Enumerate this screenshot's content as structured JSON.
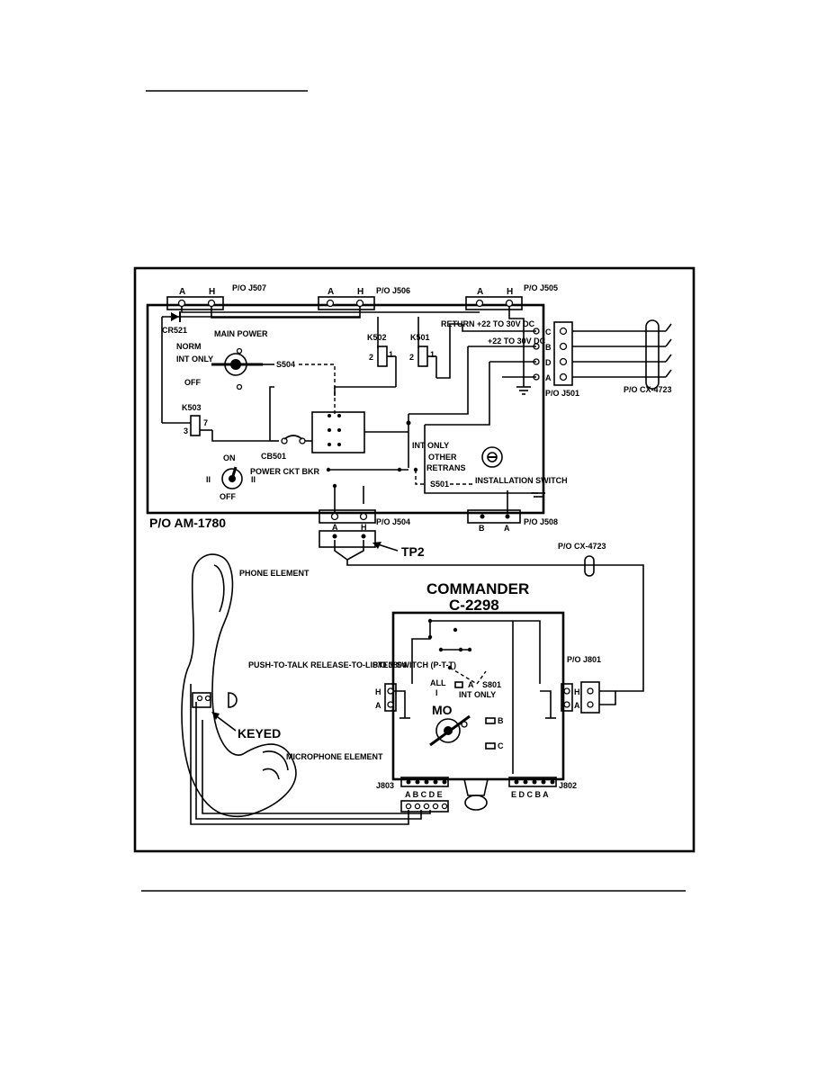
{
  "labels": {
    "j507": "P/O J507",
    "j506": "P/O J506",
    "j505": "P/O J505",
    "pin_a": "A",
    "pin_h": "H",
    "cr521": "CR521",
    "main_power": "MAIN POWER",
    "norm": "NORM",
    "int_only": "INT ONLY",
    "off": "OFF",
    "s504": "S504",
    "k502": "K502",
    "k501": "K501",
    "return": "RETURN +22 TO 30V DC",
    "plus22": "+22 TO 30V DC",
    "j501": "P/O J501",
    "cx4723_top": "P/O CX-4723",
    "k503": "K503",
    "cb501": "CB501",
    "on": "ON",
    "power_ckt": "POWER CKT BKR",
    "off2": "OFF",
    "int_only2": "INT ONLY",
    "other": "OTHER",
    "retrans": "RETRANS",
    "s501_top": "S501",
    "installation_switch": "INSTALLATION SWITCH",
    "am1780": "P/O AM-1780",
    "j504": "P/O J504",
    "j508": "P/O J508",
    "pin_b": "B",
    "tp2": "TP2",
    "cx4723_mid": "P/O CX-4723",
    "phone_element": "PHONE ELEMENT",
    "commander": "COMMANDER",
    "c2298": "C-2298",
    "ptt": "PUSH-TO-TALK RELEASE-TO-LISTEN SWITCH (P-T-T)",
    "keyed": "KEYED",
    "microphone": "MICROPHONE ELEMENT",
    "j804": "P/O J804",
    "j801": "P/O J801",
    "s801": "S801",
    "all": "ALL",
    "int_only3": "INT ONLY",
    "mo": "MO",
    "j803": "J803",
    "j802": "J802",
    "abcde": "A B C D E",
    "edcba": "E D C B A",
    "sw_a": "A",
    "sw_b": "B",
    "sw_c": "C",
    "pin_c": "C",
    "pin_d": "D",
    "roman_i": "I",
    "roman_ii": "II"
  }
}
